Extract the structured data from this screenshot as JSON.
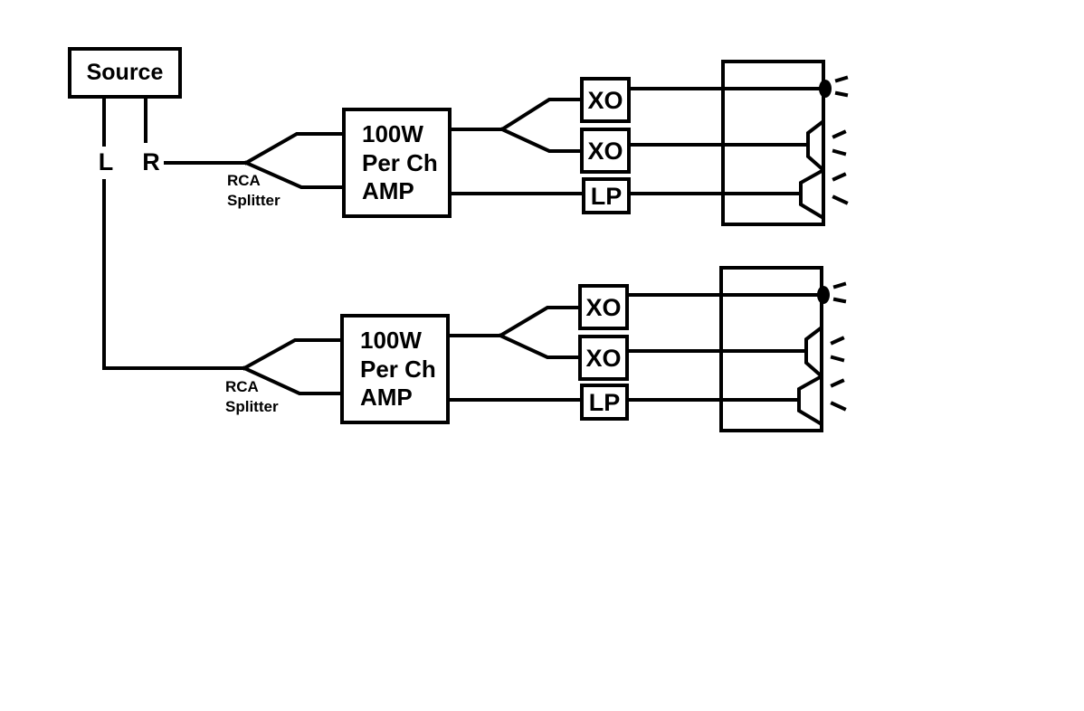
{
  "source": {
    "label": "Source",
    "left_label": "L",
    "right_label": "R"
  },
  "channels": [
    {
      "splitter": {
        "line1": "RCA",
        "line2": "Splitter"
      },
      "amp": {
        "line1": "100W",
        "line2": "Per Ch",
        "line3": "AMP"
      },
      "filters": [
        "XO",
        "XO",
        "LP"
      ]
    },
    {
      "splitter": {
        "line1": "RCA",
        "line2": "Splitter"
      },
      "amp": {
        "line1": "100W",
        "line2": "Per Ch",
        "line3": "AMP"
      },
      "filters": [
        "XO",
        "XO",
        "LP"
      ]
    }
  ],
  "colors": {
    "ink": "#000000",
    "background": "#ffffff"
  },
  "icons": [
    "tweeter-icon",
    "midrange-speaker-icon",
    "woofer-speaker-icon",
    "sound-waves-icon"
  ]
}
